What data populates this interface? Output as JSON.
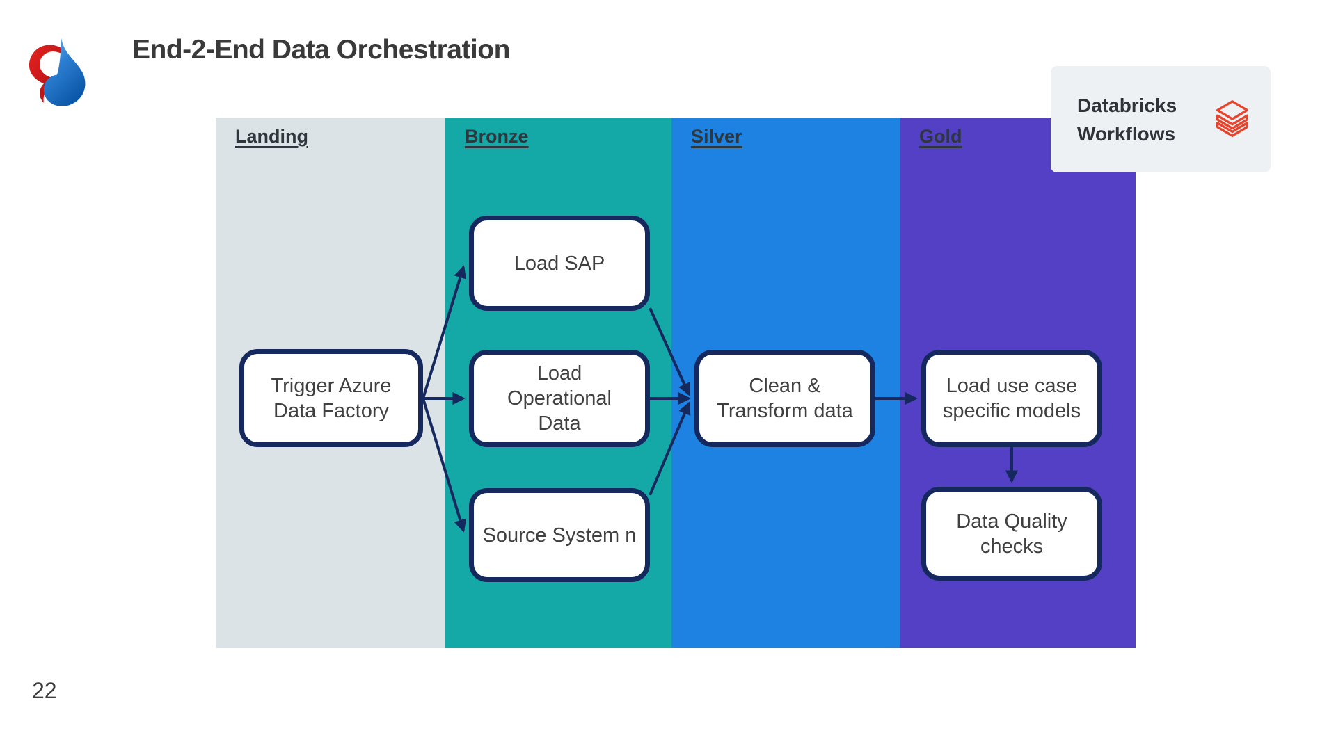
{
  "slide": {
    "title": "End-2-End Data Orchestration",
    "page_number": "22"
  },
  "logo": {
    "name": "swisscom-logo"
  },
  "badge": {
    "line1": "Databricks",
    "line2": "Workflows",
    "icon": "databricks-logo",
    "icon_color": "#e8432d",
    "background": "#edf1f4"
  },
  "columns": [
    {
      "id": "landing",
      "label": "Landing",
      "color": "#dce3e6"
    },
    {
      "id": "bronze",
      "label": "Bronze",
      "color": "#14a8a6"
    },
    {
      "id": "silver",
      "label": "Silver",
      "color": "#1d82e2"
    },
    {
      "id": "gold",
      "label": "Gold",
      "color": "#5340c4"
    }
  ],
  "nodes": [
    {
      "id": "trigger-azure-data-factory",
      "column": "landing",
      "label": "Trigger Azure\nData Factory"
    },
    {
      "id": "load-sap",
      "column": "bronze",
      "label": "Load SAP"
    },
    {
      "id": "load-operational-data",
      "column": "bronze",
      "label": "Load\nOperational\nData"
    },
    {
      "id": "source-system-n",
      "column": "bronze",
      "label": "Source System n"
    },
    {
      "id": "clean-transform-data",
      "column": "silver",
      "label": "Clean &\nTransform data"
    },
    {
      "id": "load-use-case-specific-models",
      "column": "gold",
      "label": "Load use case\nspecific models"
    },
    {
      "id": "data-quality-checks",
      "column": "gold",
      "label": "Data Quality\nchecks"
    }
  ],
  "edges": [
    {
      "from": "trigger-azure-data-factory",
      "to": "load-sap"
    },
    {
      "from": "trigger-azure-data-factory",
      "to": "load-operational-data"
    },
    {
      "from": "trigger-azure-data-factory",
      "to": "source-system-n"
    },
    {
      "from": "load-sap",
      "to": "clean-transform-data"
    },
    {
      "from": "load-operational-data",
      "to": "clean-transform-data"
    },
    {
      "from": "source-system-n",
      "to": "clean-transform-data"
    },
    {
      "from": "clean-transform-data",
      "to": "load-use-case-specific-models"
    },
    {
      "from": "load-use-case-specific-models",
      "to": "data-quality-checks"
    }
  ],
  "theme": {
    "node_border": "#15295e",
    "arrow": "#15295e",
    "node_fill": "#ffffff",
    "title_color": "#3a3a3a"
  }
}
